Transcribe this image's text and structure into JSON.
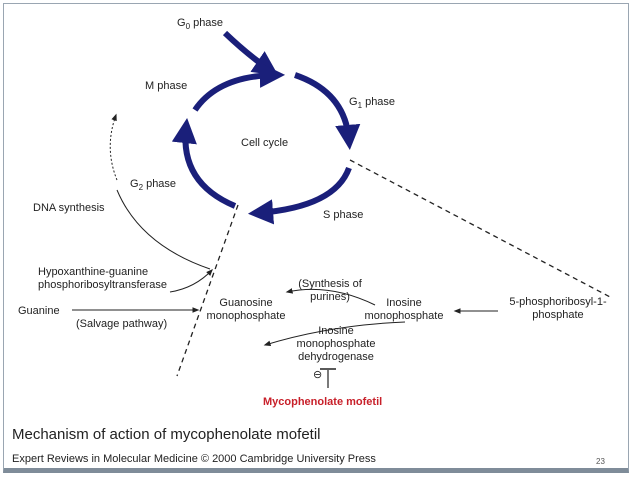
{
  "cycle": {
    "center": "Cell cycle",
    "g0": "G",
    "g0_sub": "0",
    "g0_suffix": " phase",
    "g1": "G",
    "g1_sub": "1",
    "g1_suffix": " phase",
    "s_phase": "S phase",
    "g2": "G",
    "g2_sub": "2",
    "g2_suffix": " phase",
    "m_phase": "M phase",
    "arrow_color": "#1a1f7a"
  },
  "pathway": {
    "dna_synthesis": "DNA synthesis",
    "hgprt_line1": "Hypoxanthine-guanine",
    "hgprt_line2": "phosphoribosyltransferase",
    "guanine": "Guanine",
    "salvage": "(Salvage pathway)",
    "gmp_line1": "Guanosine",
    "gmp_line2": "monophosphate",
    "synth_line1": "(Synthesis of",
    "synth_line2": "purines)",
    "imp_line1": "Inosine",
    "imp_line2": "monophosphate",
    "prpp_line1": "5-phosphoribosyl-1-",
    "prpp_line2": "phosphate",
    "impdh_line1": "Inosine",
    "impdh_line2": "monophosphate",
    "impdh_line3": "dehydrogenase",
    "inhibit_symbol": "⊖",
    "drug": "Mycophenolate mofetil",
    "drug_color": "#c8202a"
  },
  "caption": {
    "title": "Mechanism of action of mycophenolate mofetil",
    "source": "Expert Reviews in Molecular Medicine © 2000 Cambridge University Press"
  },
  "page_number": "23"
}
